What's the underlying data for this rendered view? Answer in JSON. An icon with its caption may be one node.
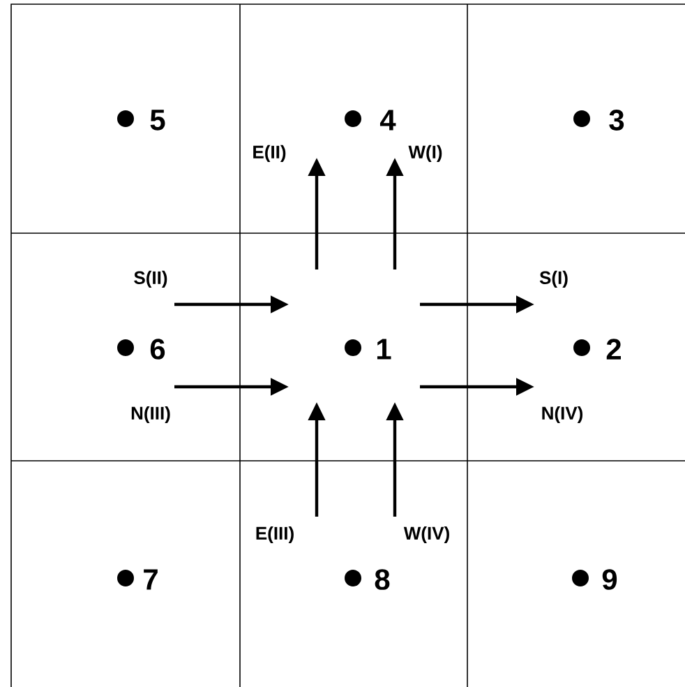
{
  "diagram": {
    "nodes": [
      {
        "text": [
          "5"
        ]
      },
      {
        "text": [
          "4"
        ]
      },
      {
        "text": [
          "3"
        ]
      },
      {
        "text": [
          "6"
        ]
      },
      {
        "text": [
          "1"
        ]
      },
      {
        "text": [
          "2"
        ]
      },
      {
        "text": [
          "7"
        ]
      },
      {
        "text": [
          "8"
        ]
      },
      {
        "text": [
          "9"
        ]
      }
    ],
    "edges": [
      {
        "from": 4,
        "to": 1,
        "arrow": "to",
        "label": "E(II)"
      },
      {
        "from": 4,
        "to": 1,
        "arrow": "to",
        "label": "W(I)"
      },
      {
        "from": 3,
        "to": 4,
        "arrow": "to",
        "label": "S(II)"
      },
      {
        "from": 3,
        "to": 4,
        "arrow": "to",
        "label": "N(III)"
      },
      {
        "from": 4,
        "to": 5,
        "arrow": "to",
        "label": "S(I)"
      },
      {
        "from": 4,
        "to": 5,
        "arrow": "to",
        "label": "N(IV)"
      },
      {
        "from": 7,
        "to": 4,
        "arrow": "to",
        "label": "E(III)"
      },
      {
        "from": 7,
        "to": 4,
        "arrow": "to",
        "label": "W(IV)"
      }
    ]
  }
}
